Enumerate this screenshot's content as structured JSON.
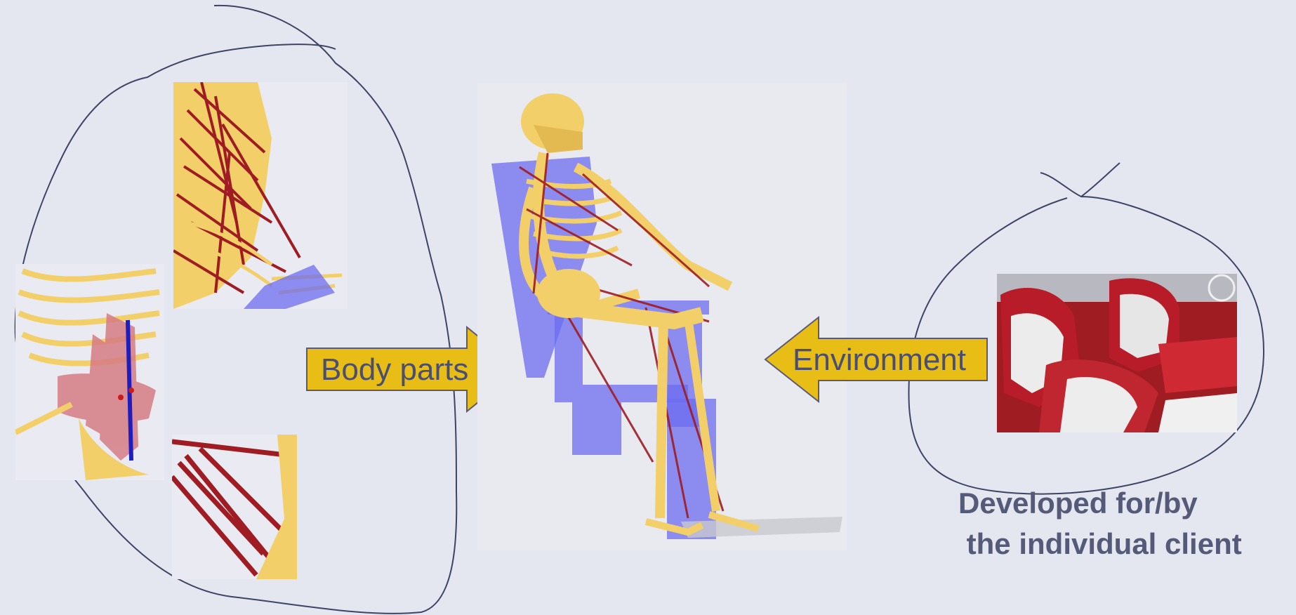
{
  "arrows": {
    "body_parts_label": "Body parts",
    "environment_label": "Environment"
  },
  "caption": {
    "line1": "Developed for/by",
    "line2": " the individual client"
  },
  "images": {
    "shoulder_closeup": "shoulder-muscle-closeup",
    "spine_closeup": "spine-muscle-closeup",
    "leg_closeup": "leg-muscle-closeup",
    "seated_skeleton": "seated-skeleton-model",
    "car_seats_photo": "red-car-seats-photo"
  },
  "colors": {
    "background": "#e4e6f0",
    "arrow_fill": "#e8bd16",
    "arrow_stroke": "#5a5a78",
    "ink": "#3e4466",
    "bone": "#f2cf68",
    "muscle": "#9e1c22",
    "seat_blue": "#6c6cf0",
    "car_red": "#b81c28"
  }
}
